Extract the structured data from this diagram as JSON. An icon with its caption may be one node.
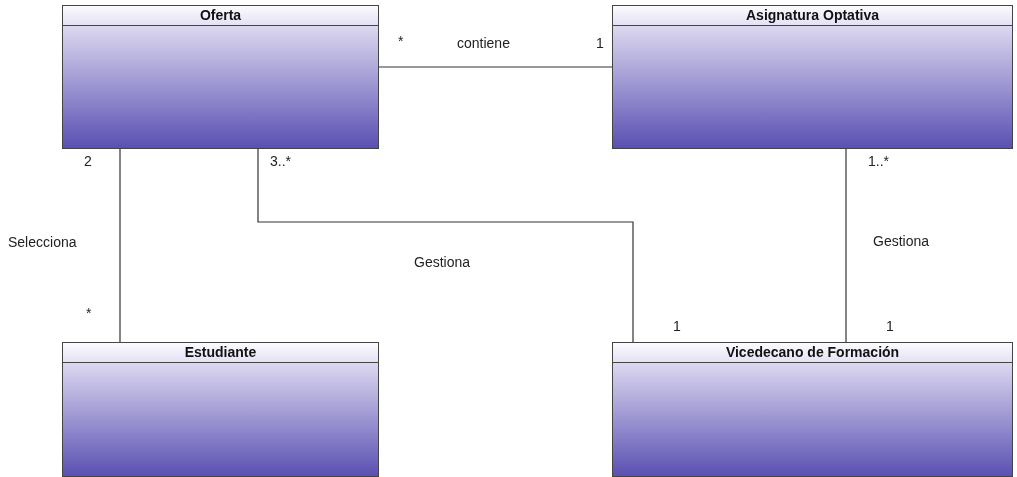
{
  "diagram": {
    "nodes": [
      {
        "text": [
          "Oferta"
        ]
      },
      {
        "text": [
          "Asignatura Optativa"
        ]
      },
      {
        "text": [
          "Estudiante"
        ]
      },
      {
        "text": [
          "Vicedecano de Formación"
        ]
      }
    ],
    "edges": [
      {
        "from": 0,
        "to": 1,
        "arrow": "none",
        "label": "contiene"
      },
      {
        "from": 0,
        "to": 2,
        "arrow": "none",
        "label": "Selecciona"
      },
      {
        "from": 0,
        "to": 3,
        "arrow": "none",
        "label": "Gestiona"
      },
      {
        "from": 1,
        "to": 3,
        "arrow": "none",
        "label": "Gestiona"
      }
    ],
    "labels": [
      "*",
      "1",
      "2",
      "3..*",
      "1..*",
      "*",
      "1",
      "1"
    ]
  }
}
